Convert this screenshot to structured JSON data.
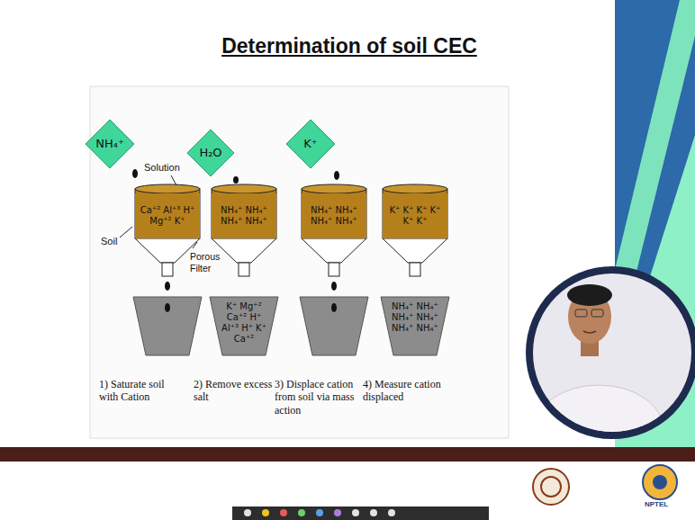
{
  "diagram": {
    "title": "Determination of soil CEC",
    "nodes": [
      {
        "text": [
          "NH₄⁺"
        ]
      },
      {
        "text": [
          "H₂O"
        ]
      },
      {
        "text": [
          "K⁺"
        ]
      },
      {
        "text": [
          "Ca⁺² Al⁺³ H⁺ Mg⁺² K⁺"
        ]
      },
      {
        "text": [
          "NH₄⁺ NH₄⁺ NH₄⁺ NH₄⁺"
        ]
      },
      {
        "text": [
          "NH₄⁺ NH₄⁺ NH₄⁺ NH₄⁺"
        ]
      },
      {
        "text": [
          "K⁺ K⁺ K⁺ K⁺ K⁺ K⁺"
        ]
      },
      {
        "text": [
          "K⁺ Mg⁺² Ca⁺² H⁺ Al⁺³ H⁺ K⁺ Ca⁺²"
        ]
      },
      {
        "text": [
          "NH₄⁺ NH₄⁺ NH₄⁺ NH₄⁺ NH₄⁺ NH₄⁺"
        ]
      }
    ],
    "labels": [
      "Solution",
      "Soil",
      "Porous Filter",
      "1) Saturate soil with Cation",
      "2) Remove excess salt",
      "3) Displace cation from soil via mass action",
      "4) Measure cation displaced",
      "NPTEL"
    ]
  }
}
